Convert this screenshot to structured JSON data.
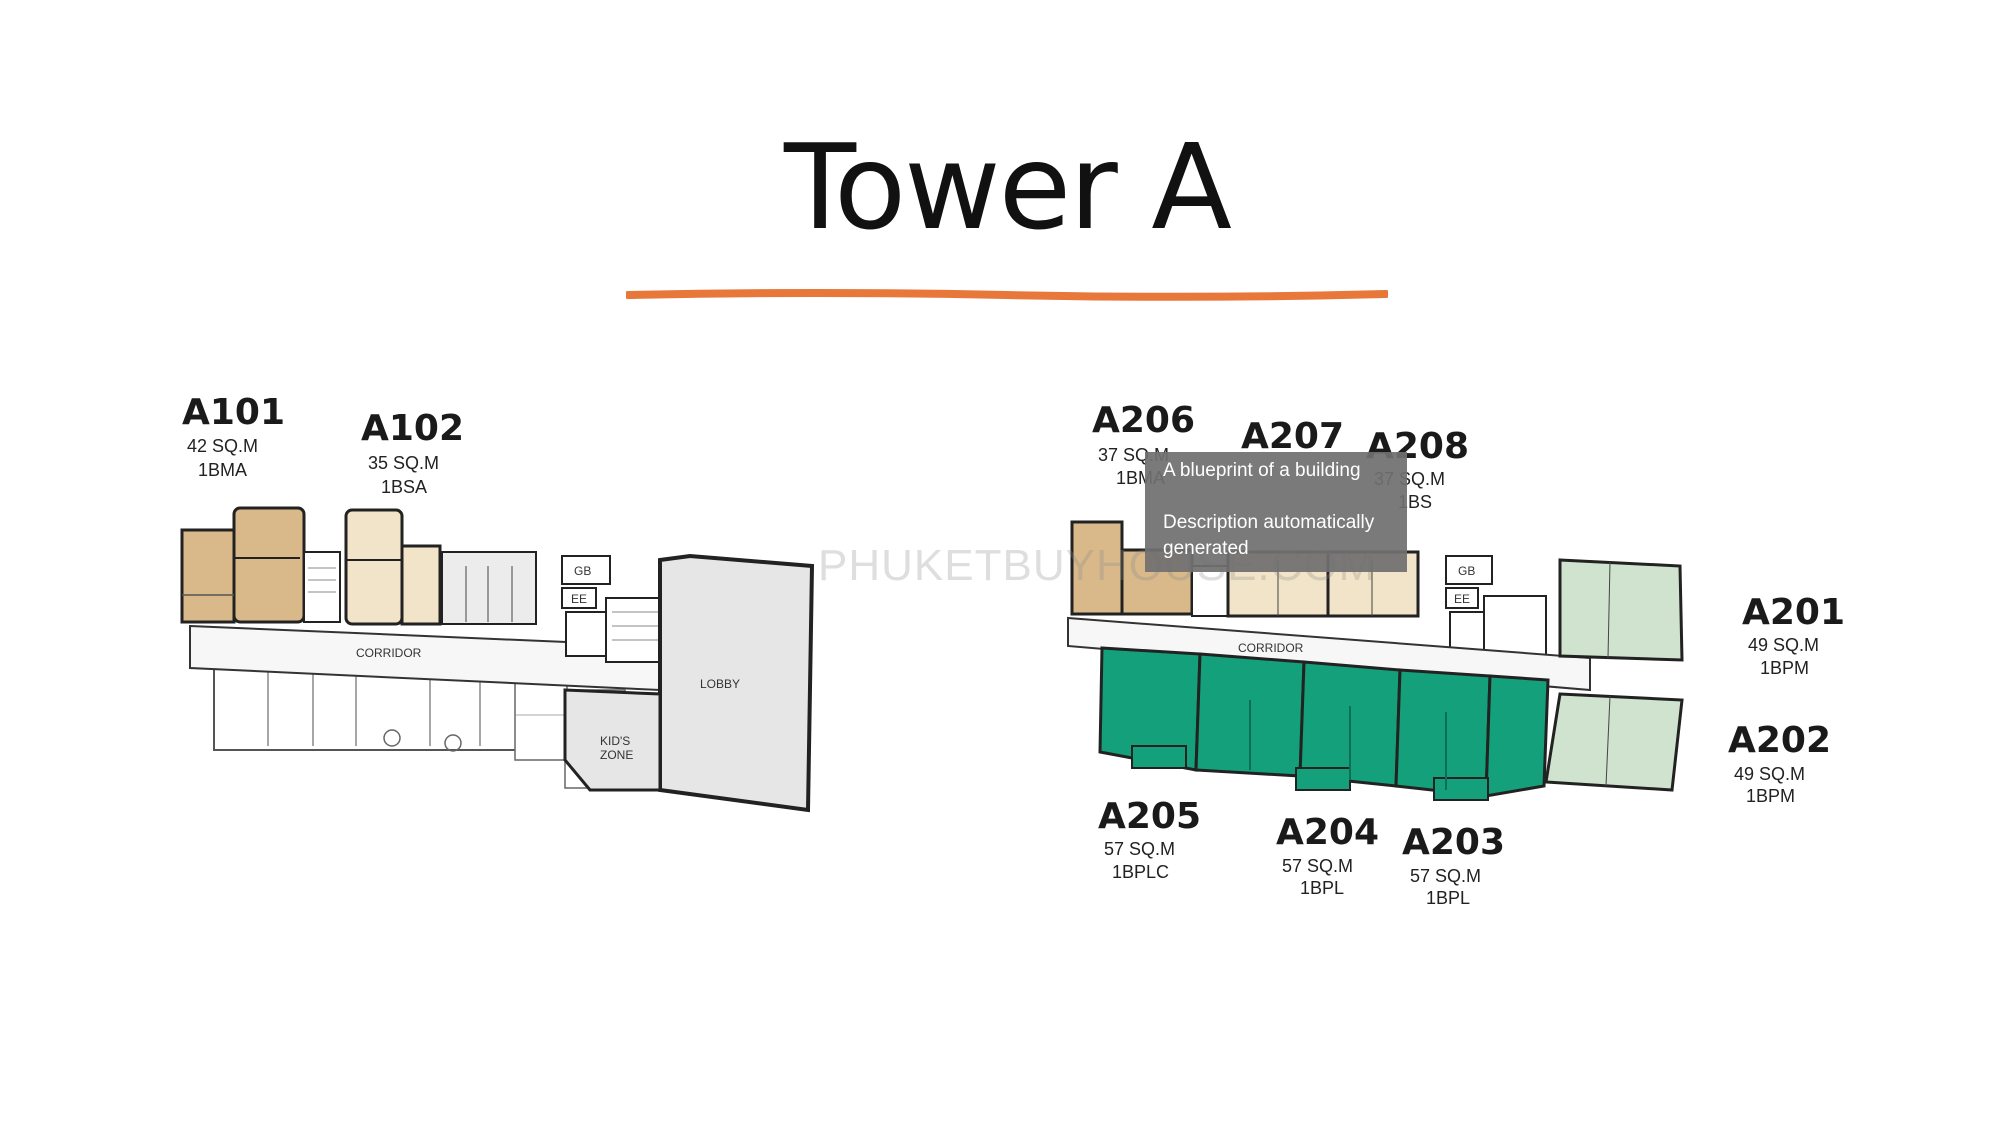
{
  "slide": {
    "title": "Tower A",
    "accent_color": "#e8773a"
  },
  "watermark": "PHUKETBUYHOUSE.COM",
  "tooltip": {
    "line1": "A blueprint of a building",
    "line2": "Description automatically generated"
  },
  "floor1": {
    "units": [
      {
        "code": "A101",
        "area": "42 SQ.M",
        "type": "1BMA"
      },
      {
        "code": "A102",
        "area": "35 SQ.M",
        "type": "1BSA"
      }
    ],
    "rooms": {
      "corridor": "CORRIDOR",
      "lobby": "LOBBY",
      "kids_zone_1": "KID'S",
      "kids_zone_2": "ZONE",
      "gb": "GB",
      "ee": "EE"
    }
  },
  "floor2": {
    "units": [
      {
        "code": "A206",
        "area": "37 SQ.M",
        "type": "1BMA"
      },
      {
        "code": "A207",
        "area": "",
        "type": ""
      },
      {
        "code": "A208",
        "area": "37 SQ.M",
        "type": "1BS"
      },
      {
        "code": "A201",
        "area": "49 SQ.M",
        "type": "1BPM"
      },
      {
        "code": "A202",
        "area": "49 SQ.M",
        "type": "1BPM"
      },
      {
        "code": "A205",
        "area": "57 SQ.M",
        "type": "1BPLC"
      },
      {
        "code": "A204",
        "area": "57 SQ.M",
        "type": "1BPL"
      },
      {
        "code": "A203",
        "area": "57 SQ.M",
        "type": "1BPL"
      }
    ],
    "rooms": {
      "corridor": "CORRIDOR",
      "gb": "GB",
      "ee": "EE"
    }
  },
  "colors": {
    "tan_dark": "#d9b98a",
    "tan_light": "#f1e4c8",
    "green_dark": "#13a07a",
    "green_light": "#cfe3cf",
    "grey_fill": "#e6e6e6",
    "wall": "#222222"
  }
}
